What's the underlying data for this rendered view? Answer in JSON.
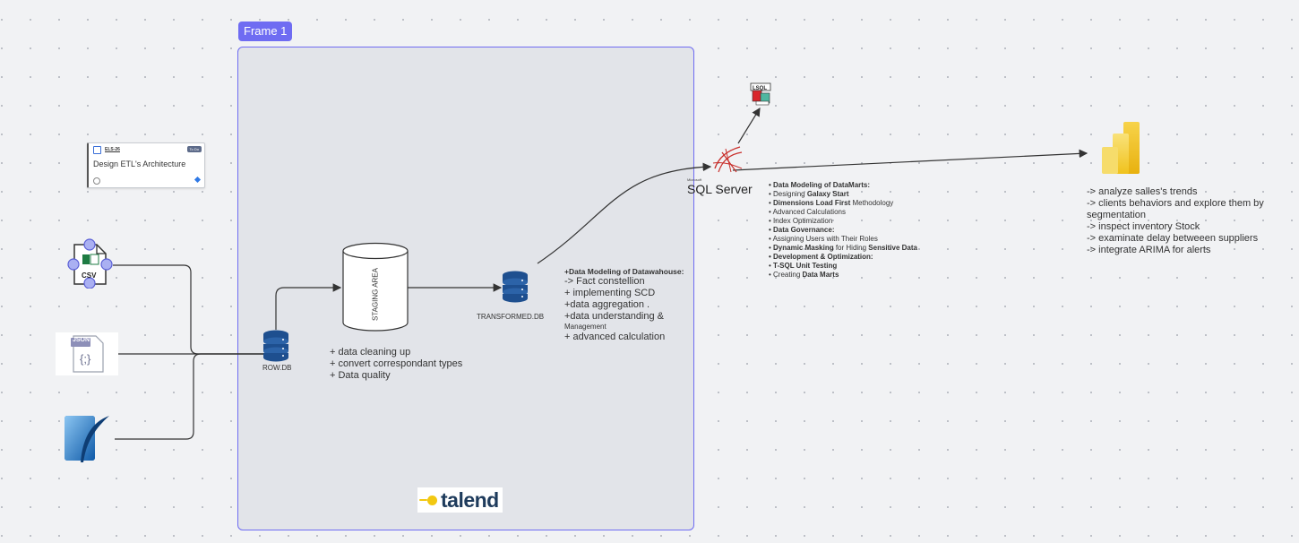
{
  "frame": {
    "label": "Frame 1"
  },
  "task_card": {
    "id": "ELS-26",
    "badge": "To Do",
    "title": "Design ETL's Architecture"
  },
  "sources": {
    "csv": {
      "icon": "csv-file-icon",
      "label": "CSV"
    },
    "json": {
      "icon": "json-file-icon",
      "label": "JSON",
      "glyph": "{;}"
    },
    "sqlite": {
      "icon": "sqlite-feather-icon"
    }
  },
  "nodes": {
    "row_db": "ROW.DB",
    "staging": "STAGING AREA",
    "transformed_db": "TRANSFORMED.DB",
    "sql_server": "SQL Server",
    "sql_server_vendor": "Microsoft",
    "ssis_icon": "sql-script-icon",
    "powerbi_icon": "power-bi-icon",
    "talend": "talend"
  },
  "staging_notes": [
    "+ data cleaning up",
    "+ convert correspondant types",
    "+ Data quality"
  ],
  "dwh_notes": {
    "title": "+Data Modeling of Datawahouse:",
    "lines": [
      "->  Fact constellion",
      "+ implementing SCD",
      "+data aggregation .",
      "+data understanding &"
    ],
    "sub": "Management",
    "last": "+ advanced calculation"
  },
  "mart_notes": [
    {
      "bold": "• Data Modeling of DataMarts:",
      "rest": ""
    },
    {
      "plain": "• Designing ",
      "bold": "Galaxy  Start",
      "rest": ""
    },
    {
      "plain": "• ",
      "bold": "Dimensions Load First",
      "rest": " Methodology"
    },
    {
      "plain": "• Advanced Calculations",
      "bold": "",
      "rest": ""
    },
    {
      "plain": "• Index Optimization",
      "bold": "",
      "rest": ""
    },
    {
      "bold": "• Data Governance:",
      "rest": ""
    },
    {
      "plain": "• Assigning Users with Their Roles",
      "bold": "",
      "rest": ""
    },
    {
      "plain": "• ",
      "bold": "Dynamic Masking",
      "rest": " for Hiding ",
      "bold2": "Sensitive Data"
    },
    {
      "bold": "• Development & Optimization:",
      "rest": ""
    },
    {
      "plain": "• ",
      "bold": "T-SQL Unit Testing",
      "rest": ""
    },
    {
      "plain": "• Creating ",
      "bold": "Data Marts",
      "rest": ""
    }
  ],
  "bi_notes": [
    "-> analyze salles's trends",
    "->  clients behaviors and explore them by",
    "segmentation",
    "-> inspect inventory Stock",
    "-> examinate delay betweeen suppliers",
    "-> integrate ARIMA  for alerts"
  ],
  "colors": {
    "frame": "#6f6cf2",
    "db_blue": "#1e4f8f",
    "powerbi_yellow": "#f2c811",
    "sql_red": "#c9302c"
  }
}
